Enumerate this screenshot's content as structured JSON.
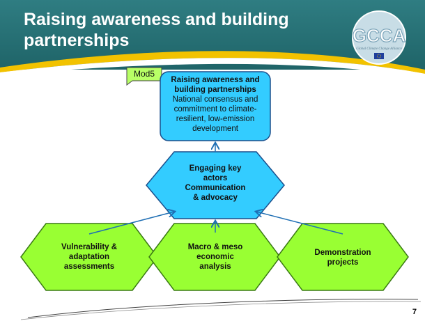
{
  "slide": {
    "title": "Raising awareness and building partnerships",
    "page_number": "7"
  },
  "logo": {
    "text": "GCCA",
    "subtext": "Global Climate Change Alliance"
  },
  "tag": {
    "label": "Mod5"
  },
  "top_box": {
    "heading": "Raising awareness and building partnerships",
    "body": "National consensus and commitment to climate-resilient, low-emission development"
  },
  "center_hex": {
    "lines": [
      "Engaging key actors",
      "Communication & advocacy"
    ]
  },
  "bottom_hexes": [
    {
      "label": "Vulnerability & adaptation assessments"
    },
    {
      "label": "Macro & meso economic analysis"
    },
    {
      "label": "Demonstration projects"
    }
  ],
  "colors": {
    "header": "#2a7478",
    "accent": "#f2c200",
    "top_box": "#33ccff",
    "center_hex": "#33ccff",
    "bottom_hex": "#99ff33",
    "arrow": "#1f6fb4"
  }
}
